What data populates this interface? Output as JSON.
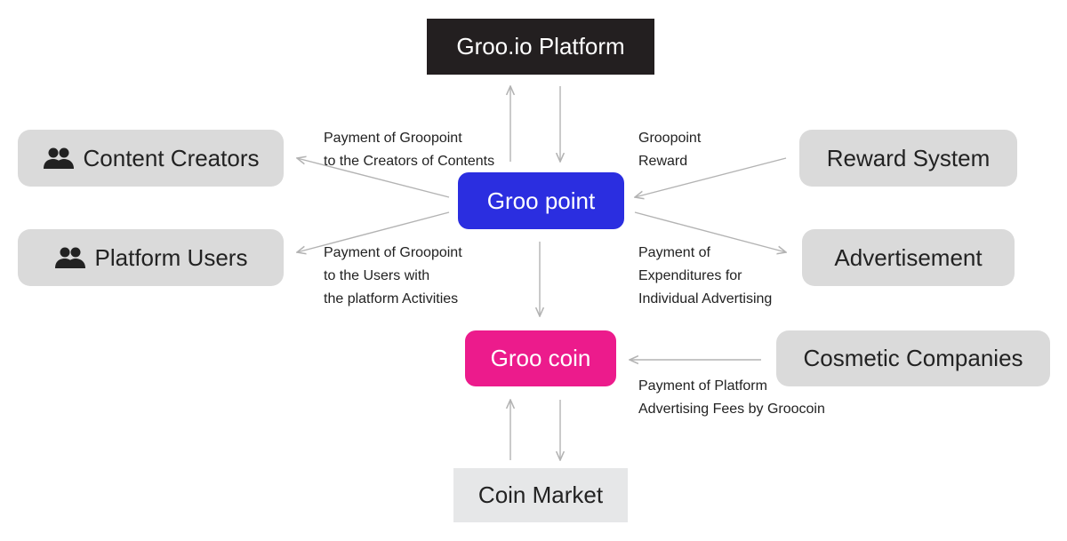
{
  "nodes": {
    "platform": "Groo.io Platform",
    "content_creators": "Content Creators",
    "platform_users": "Platform Users",
    "groo_point": "Groo point",
    "reward_system": "Reward System",
    "advertisement": "Advertisement",
    "groo_coin": "Groo coin",
    "cosmetic_companies": "Cosmetic Companies",
    "coin_market": "Coin Market"
  },
  "labels": {
    "creators_payment": [
      "Payment of Groopoint",
      "to the Creators of Contents"
    ],
    "users_payment": [
      "Payment of Groopoint",
      "to the Users with",
      "the platform Activities"
    ],
    "reward": [
      "Groopoint",
      "Reward"
    ],
    "advertising_expenditure": [
      "Payment of",
      "Expenditures for",
      "Individual Advertising"
    ],
    "advertising_fees": [
      "Payment of Platform",
      "Advertising Fees by Groocoin"
    ]
  },
  "icons": {
    "content_creators": "people-icon",
    "platform_users": "people-icon"
  },
  "colors": {
    "platform": "#231f20",
    "groo_point": "#2b2ee0",
    "groo_coin": "#ec1b8c",
    "side_boxes": "#dadada",
    "coin_market": "#e6e7e8",
    "arrows": "#b3b3b3"
  }
}
